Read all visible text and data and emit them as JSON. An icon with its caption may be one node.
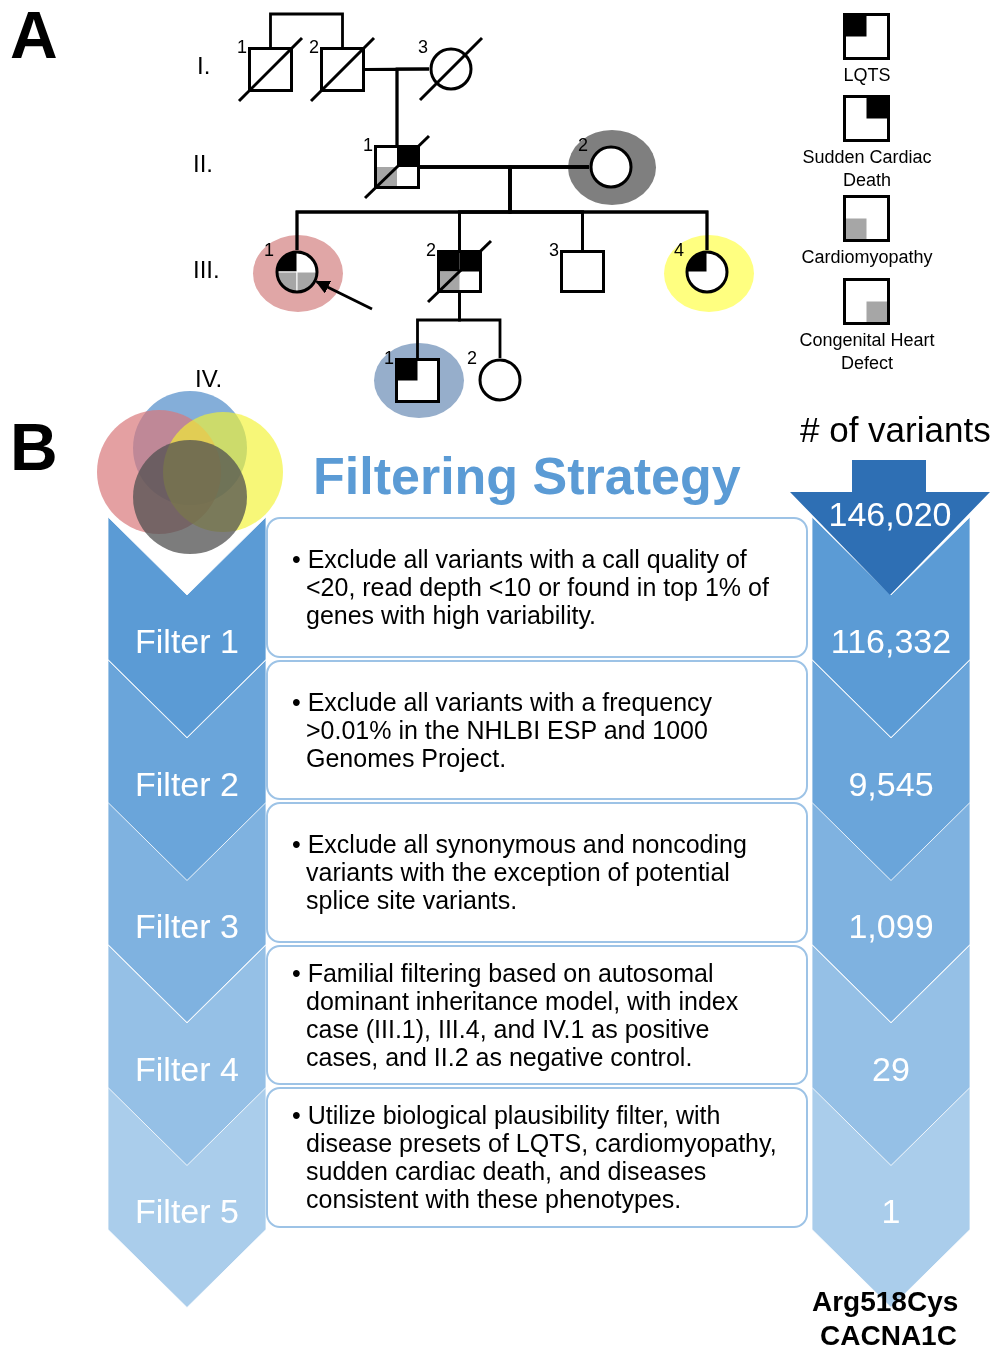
{
  "diagram": {
    "nodes": [
      {
        "text": [
          "1"
        ]
      },
      {
        "text": [
          "2"
        ]
      },
      {
        "text": [
          "3"
        ]
      },
      {
        "text": [
          "1"
        ]
      },
      {
        "text": [
          "2"
        ]
      },
      {
        "text": [
          "1"
        ]
      },
      {
        "text": [
          "2"
        ]
      },
      {
        "text": [
          "3"
        ]
      },
      {
        "text": [
          "4"
        ]
      },
      {
        "text": [
          "1"
        ]
      },
      {
        "text": [
          "2"
        ]
      },
      {
        "text": [
          "146,020"
        ]
      },
      {
        "text": [
          "Filter 1"
        ]
      },
      {
        "text": [
          "• Exclude all variants with a call quality of <20, read depth <10 or found in top 1% of genes with high variability."
        ]
      },
      {
        "text": [
          "116,332"
        ]
      },
      {
        "text": [
          "Filter 2"
        ]
      },
      {
        "text": [
          "• Exclude all variants with a frequency >0.01% in the NHLBI ESP and 1000 Genomes Project."
        ]
      },
      {
        "text": [
          "9,545"
        ]
      },
      {
        "text": [
          "Filter 3"
        ]
      },
      {
        "text": [
          "• Exclude all synonymous and noncoding variants with the exception of potential splice site variants."
        ]
      },
      {
        "text": [
          "1,099"
        ]
      },
      {
        "text": [
          "Filter 4"
        ]
      },
      {
        "text": [
          "• Familial filtering based on autosomal dominant inheritance model, with index case (III.1), III.4, and IV.1 as positive cases, and II.2 as negative control."
        ]
      },
      {
        "text": [
          "29"
        ]
      },
      {
        "text": [
          "Filter 5"
        ]
      },
      {
        "text": [
          "• Utilize biological plausibility filter, with disease presets of LQTS, cardiomyopathy, sudden cardiac death, and diseases consistent with these phenotypes."
        ]
      },
      {
        "text": [
          "1"
        ]
      }
    ],
    "edges": [
      {
        "from": 0,
        "to": 1,
        "arrow": "none"
      },
      {
        "from": 1,
        "to": 2,
        "arrow": "none"
      },
      {
        "from": 1,
        "to": 3,
        "arrow": "none"
      },
      {
        "from": 2,
        "to": 3,
        "arrow": "none"
      },
      {
        "from": 3,
        "to": 4,
        "arrow": "none"
      },
      {
        "from": 3,
        "to": 5,
        "arrow": "none"
      },
      {
        "from": 3,
        "to": 6,
        "arrow": "none"
      },
      {
        "from": 3,
        "to": 7,
        "arrow": "none"
      },
      {
        "from": 3,
        "to": 8,
        "arrow": "none"
      },
      {
        "from": 4,
        "to": 5,
        "arrow": "none"
      },
      {
        "from": 4,
        "to": 6,
        "arrow": "none"
      },
      {
        "from": 4,
        "to": 7,
        "arrow": "none"
      },
      {
        "from": 4,
        "to": 8,
        "arrow": "none"
      },
      {
        "from": 6,
        "to": 9,
        "arrow": "none"
      },
      {
        "from": 6,
        "to": 10,
        "arrow": "none"
      },
      {
        "from": null,
        "to": 5,
        "arrow": "to"
      }
    ],
    "labels": [
      "A",
      "I.",
      "II.",
      "III.",
      "IV.",
      "B",
      "# of variants",
      "Filtering Strategy",
      "Arg518Cys",
      "CACNA1C"
    ],
    "legend": [
      {
        "text": "LQTS"
      },
      {
        "text": "Sudden Cardiac Death"
      },
      {
        "text": "Cardiomyopathy"
      },
      {
        "text": "Congenital Heart Defect"
      }
    ]
  }
}
